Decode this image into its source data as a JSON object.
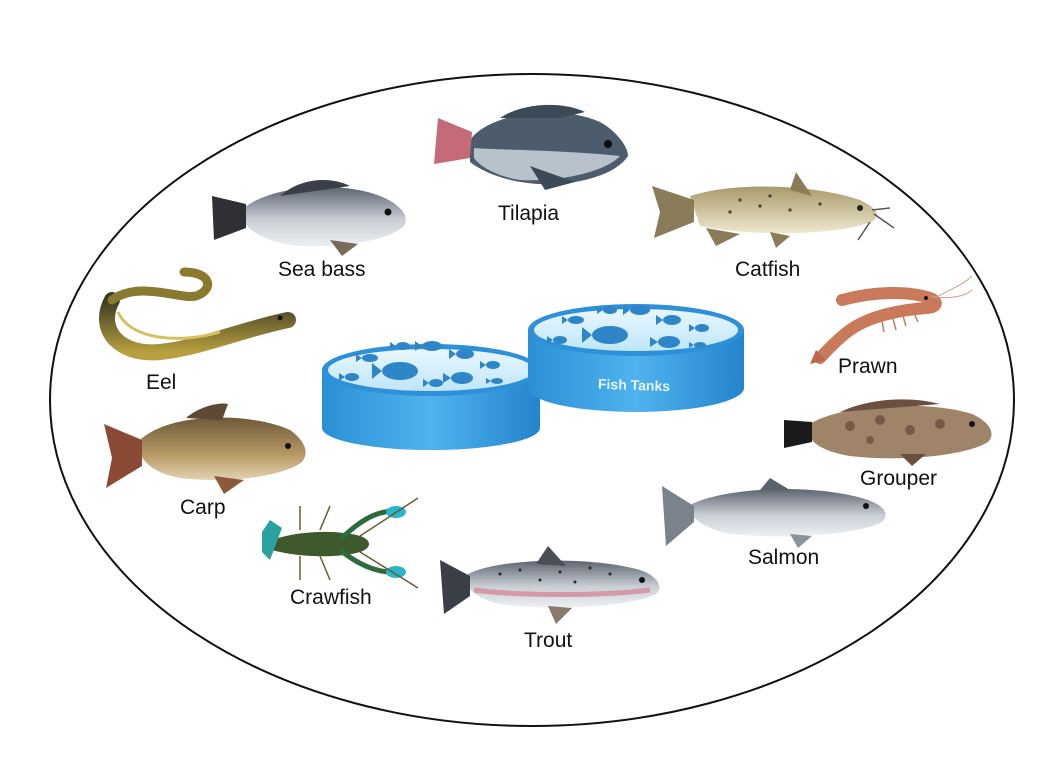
{
  "diagram": {
    "center": {
      "tank_label": "Fish Tanks"
    },
    "species": [
      {
        "key": "tilapia",
        "label": "Tilapia",
        "icon": "tilapia-icon"
      },
      {
        "key": "catfish",
        "label": "Catfish",
        "icon": "catfish-icon"
      },
      {
        "key": "prawn",
        "label": "Prawn",
        "icon": "prawn-icon"
      },
      {
        "key": "grouper",
        "label": "Grouper",
        "icon": "grouper-icon"
      },
      {
        "key": "salmon",
        "label": "Salmon",
        "icon": "salmon-icon"
      },
      {
        "key": "trout",
        "label": "Trout",
        "icon": "trout-icon"
      },
      {
        "key": "crawfish",
        "label": "Crawfish",
        "icon": "crawfish-icon"
      },
      {
        "key": "carp",
        "label": "Carp",
        "icon": "carp-icon"
      },
      {
        "key": "eel",
        "label": "Eel",
        "icon": "eel-icon"
      },
      {
        "key": "seabass",
        "label": "Sea bass",
        "icon": "sea-bass-icon"
      }
    ],
    "colors": {
      "outline": "#111111",
      "tank_blue": "#3aa0e0",
      "tank_blue_dark": "#1f7fc4",
      "water": "#cfeeff",
      "fish_silhouette": "#2e86c8"
    }
  }
}
